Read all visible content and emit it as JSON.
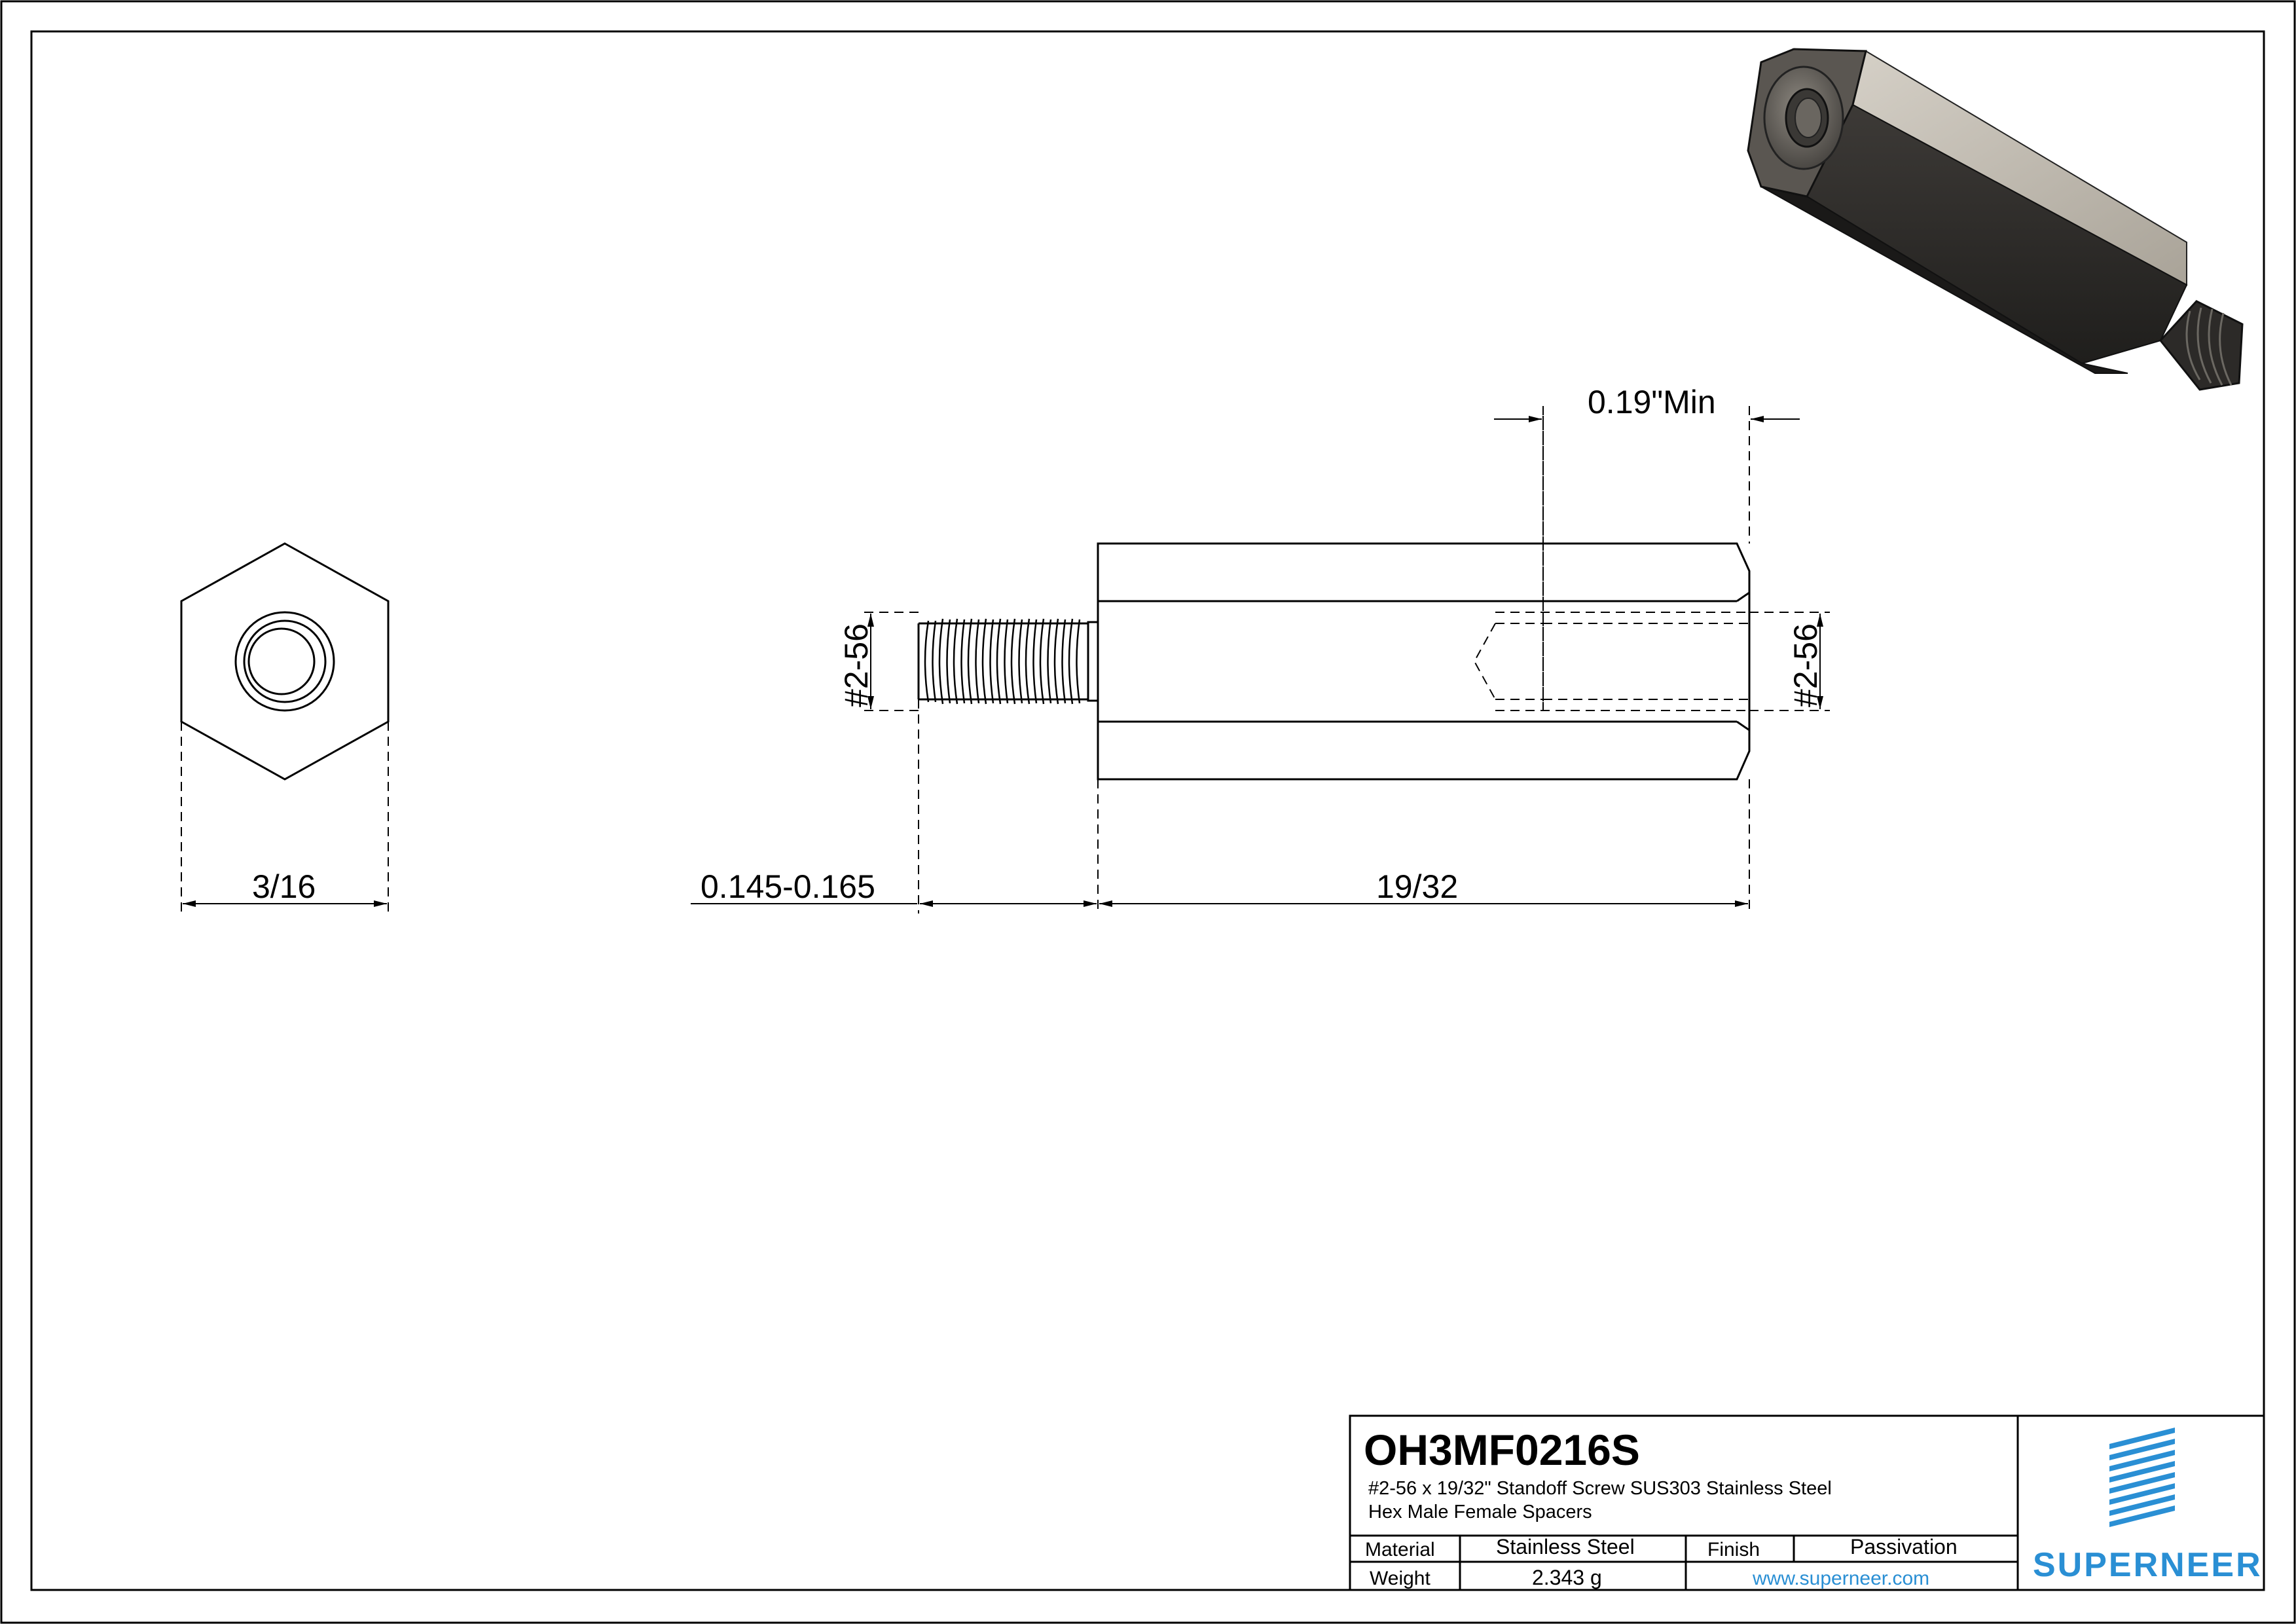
{
  "dimensions": {
    "hex_across_flats": "3/16",
    "thread_length": "0.145-0.165",
    "body_length": "19/32",
    "thread_depth": "0.19\"Min",
    "male_thread": "#2-56",
    "female_thread": "#2-56"
  },
  "title_block": {
    "part_number": "OH3MF0216S",
    "description_line1": "#2-56 x 19/32\" Standoff Screw SUS303 Stainless Steel",
    "description_line2": "Hex Male Female Spacers",
    "material_label": "Material",
    "material_value": "Stainless Steel",
    "finish_label": "Finish",
    "finish_value": "Passivation",
    "weight_label": "Weight",
    "weight_value": "2.343 g",
    "website": "www.superneer.com",
    "logo_text": "SUPERNEER"
  },
  "colors": {
    "line": "#000000",
    "brand": "#2a8fd4",
    "body_light": "#b9b3a9",
    "body_dark": "#2f2d2b"
  }
}
